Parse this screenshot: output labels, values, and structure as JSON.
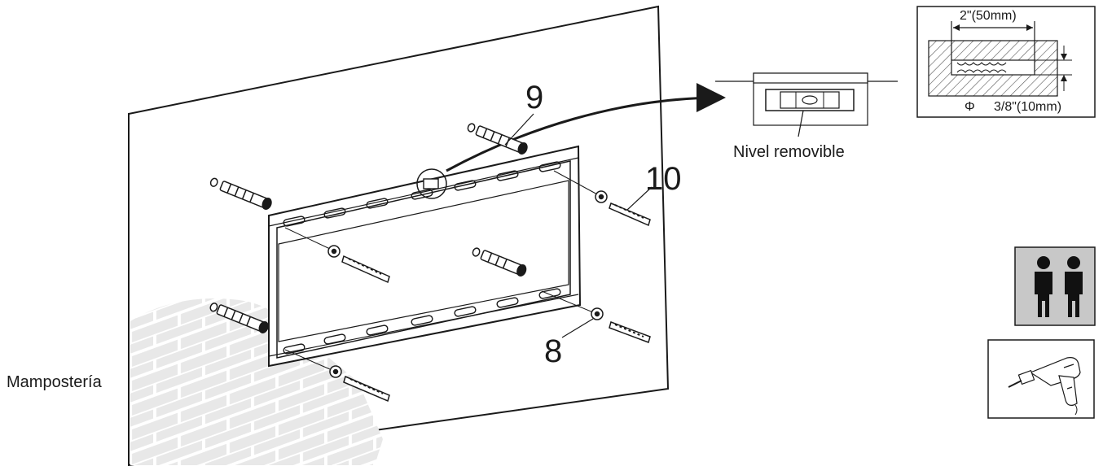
{
  "labels": {
    "masonry": "Mampostería",
    "level": "Nivel removible",
    "part_anchor": "9",
    "part_screw": "10",
    "part_washer": "8"
  },
  "drill_detail": {
    "depth": "2\"(50mm)",
    "diameter_symbol": "Φ",
    "diameter": "3/8\"(10mm)"
  },
  "icons": {
    "two_persons": "two-persons-icon",
    "drill": "power-drill-icon"
  },
  "colors": {
    "line": "#1a1a1a",
    "masonry_fill": "#e6e6e6",
    "person_panel": "#c8c8c8"
  }
}
